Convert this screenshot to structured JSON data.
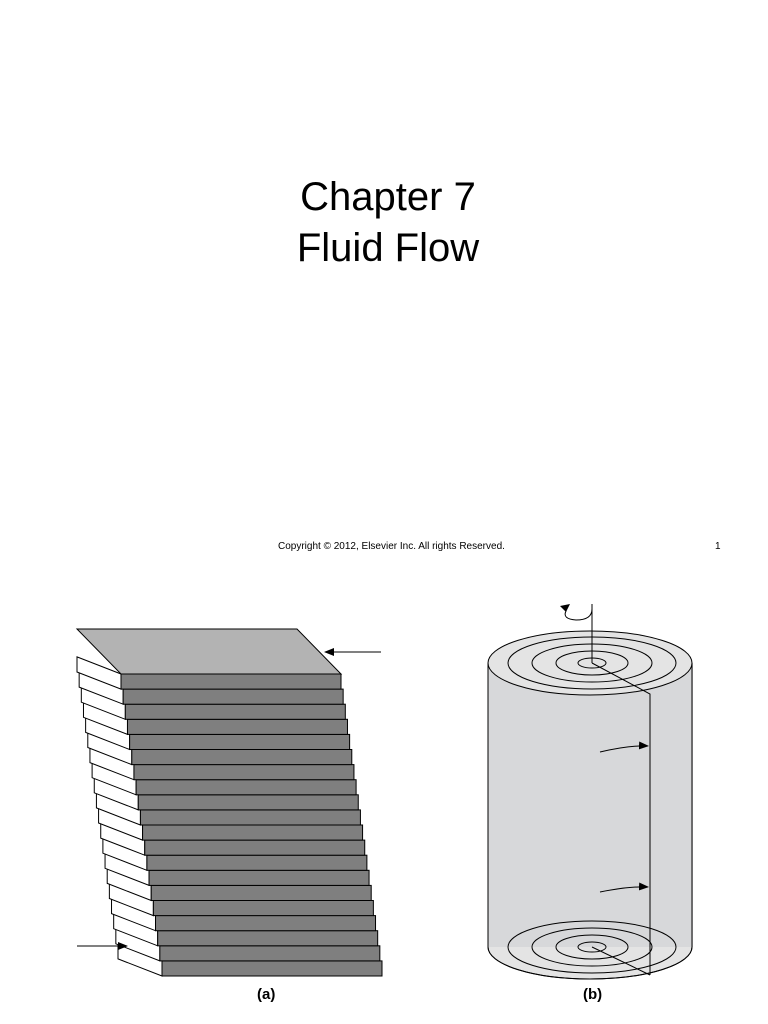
{
  "slide": {
    "title_line1": "Chapter 7",
    "title_line2": "Fluid Flow",
    "copyright": "Copyright © 2012, Elsevier Inc. All rights Reserved.",
    "page_number": "1"
  },
  "figure": {
    "label_a": "(a)",
    "label_b": "(b)",
    "plate_fill": "#7f7f7f",
    "top_fill": "#b3b3b3",
    "cylinder_fill": "#d7d8da"
  }
}
